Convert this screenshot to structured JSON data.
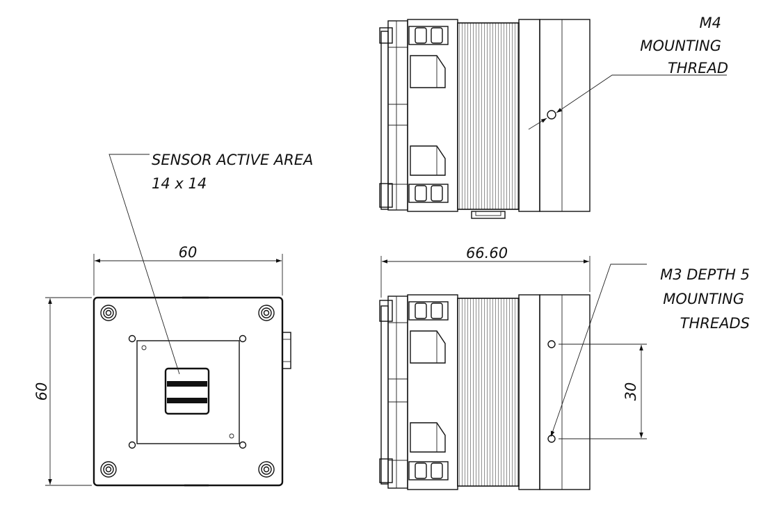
{
  "labels": {
    "sensor_line1": "SENSOR ACTIVE AREA",
    "sensor_line2": "14 x 14",
    "m4_line1": "M4",
    "m4_line2": "MOUNTING",
    "m4_line3": "THREAD",
    "m3_line1": "M3 DEPTH 5",
    "m3_line2": "MOUNTING",
    "m3_line3": "THREADS"
  },
  "dimensions": {
    "front_width": "60",
    "front_height": "60",
    "side_length": "66.60",
    "thread_spacing": "30"
  },
  "icons": {
    "arrowhead": "arrowhead-icon",
    "mount_hole": "mount-hole-icon"
  }
}
